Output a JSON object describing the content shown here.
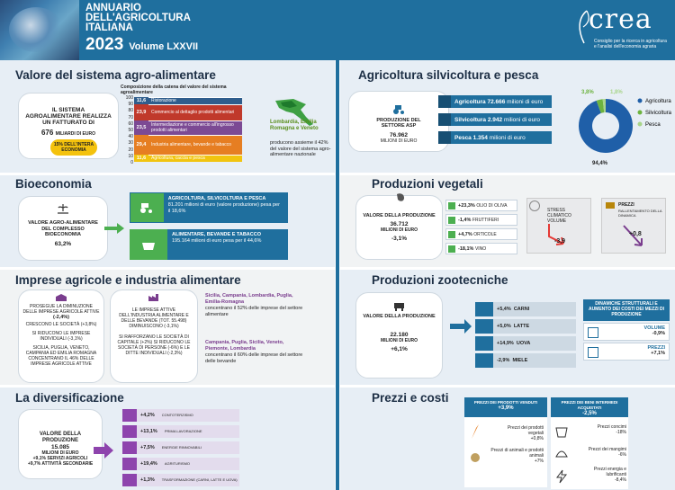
{
  "header": {
    "title_l1": "ANNUARIO",
    "title_l2": "DELL'AGRICOLTURA",
    "title_l3": "ITALIANA",
    "year": "2023",
    "volume": "Volume LXXVII",
    "logo_word": "crea",
    "logo_sub": "Consiglio per la ricerca in agricoltura e l'analisi dell'economia agraria"
  },
  "valore": {
    "title": "Valore del sistema agro-alimentare",
    "card_text": "IL SISTEMA AGROALIMENTARE REALIZZA UN FATTURATO DI",
    "card_value": "676",
    "card_unit": "MILIARDI DI EURO",
    "badge": "15% DELL'INTERA ECONOMIA",
    "chart_title": "Composizione della catena del valore del sistema agroalimentare",
    "segments": [
      {
        "value": "11,6",
        "label": "Ristorazione",
        "color": "#2f5d8c"
      },
      {
        "value": "23,9",
        "label": "Commercio al dettaglio prodotti alimentari",
        "color": "#c0392b"
      },
      {
        "value": "23,5",
        "label": "Intermediazione e commercio all'ingrosso prodotti alimentari",
        "color": "#7c4a94"
      },
      {
        "value": "29,4",
        "label": "Industria alimentare, bevande e tabacco",
        "color": "#e67e22"
      },
      {
        "value": "11,6",
        "label": "Agricoltura, caccia e pesca",
        "color": "#f1c40f"
      }
    ],
    "axis_ticks": [
      "100",
      "90",
      "80",
      "70",
      "60",
      "50",
      "40",
      "30",
      "20",
      "10",
      "0"
    ],
    "regions": "Lombardia, Emilia Romagna e Veneto",
    "regions_text": "producono assieme il 42% del valore del sistema agro-alimentare nazionale"
  },
  "agricoltura": {
    "title": "Agricoltura silvicoltura e pesca",
    "card_text": "PRODUZIONE DEL SETTORE ASP",
    "card_value": "76.962",
    "card_unit": "MILIONI DI EURO",
    "rows": [
      {
        "label": "Agricoltura 72.666",
        "unit": "milioni di euro"
      },
      {
        "label": "Silvicoltura 2.942",
        "unit": "milioni di euro"
      },
      {
        "label": "Pesca 1.354",
        "unit": "milioni di euro"
      }
    ]
  },
  "chart_data": {
    "type": "pie",
    "categories": [
      "Agricoltura",
      "Silvicoltura",
      "Pesca"
    ],
    "values": [
      94.4,
      3.8,
      1.8
    ],
    "labels": [
      "94,4%",
      "3,8%",
      "1,8%"
    ],
    "colors": [
      "#1f5fa8",
      "#6db33f",
      "#a8d58a"
    ],
    "legend_position": "right"
  },
  "bioeconomia": {
    "title": "Bioeconomia",
    "card_text": "VALORE AGRO-ALIMENTARE DEL COMPLESSO BIOECONOMIA",
    "card_value": "63,2%",
    "box1_title": "AGRICOLTURA, SILVICOLTURA E PESCA",
    "box1_text": "81.201 milioni di euro (valore produzione) pesa per il 18,6%",
    "box2_title": "ALIMENTARE, BEVANDE E TABACCO",
    "box2_text": "195.164 milioni di euro pesa per il 44,6%"
  },
  "vegetali": {
    "title": "Produzioni vegetali",
    "card_text": "VALORE DELLA PRODUZIONE",
    "card_value": "36.712",
    "card_unit": "MILIONI DI EURO",
    "card_change": "-3,1%",
    "rows": [
      {
        "value": "+23,3%",
        "label": "OLIO DI OLIVA"
      },
      {
        "value": "-1,4%",
        "label": "FRUTTIFERI"
      },
      {
        "value": "+4,7%",
        "label": "ORTICOLE"
      },
      {
        "value": "-18,1%",
        "label": "VINO"
      }
    ],
    "stress_label": "STRESS CLIMATICO VOLUME",
    "stress_value": "-3,9",
    "prezzi_label": "PREZZI",
    "prezzi_sub": "RALLENTAMENTO DELLA DINAMICA",
    "prezzi_value": "+0,8"
  },
  "imprese": {
    "title": "Imprese agricole e industria alimentare",
    "left": [
      "PROSEGUE LA DIMINUZIONE DELLE IMPRESE AGRICOLE ATTIVE",
      "(-2,4%)",
      "CRESCONO LE SOCIETÀ (+3,8%)",
      "SI RIDUCONO LE IMPRESE INDIVIDUALI (-3,1%)",
      "SICILIA, PUGLIA, VENETO, CAMPANIA ED EMILIA ROMAGNA CONCENTRANO IL 46% DELLE IMPRESE AGRICOLE ATTIVE"
    ],
    "middle": [
      "LE IMPRESE ATTIVE DELL'INDUSTRIA ALIMENTARE E DELLE BEVANDE (TOT. 55.498) DIMINUISCONO (-3,1%)",
      "SI RAFFORZANO LE SOCIETÀ DI CAPITALE (+2%) SI RIDUCONO LE SOCIETÀ DI PERSONE (-6%) E LE DITTE INDIVIDUALI (-2,3%)"
    ],
    "right1_regions": "Sicilia, Campania, Lombardia, Puglia, Emilia-Romagna",
    "right1_text": "concentrano il 52% delle imprese del settore alimentare",
    "right2_regions": "Campania, Puglia, Sicilia, Veneto, Piemonte, Lombardia",
    "right2_text": "concentrano il 60% delle imprese del settore delle bevande"
  },
  "zootecniche": {
    "title": "Produzioni zootecniche",
    "card_text": "VALORE DELLA PRODUZIONE",
    "card_value": "22.180",
    "card_unit": "MILIONI DI EURO",
    "card_change": "+6,1%",
    "rows": [
      {
        "value": "+5,4%",
        "label": "CARNI"
      },
      {
        "value": "+5,0%",
        "label": "LATTE"
      },
      {
        "value": "+14,9%",
        "label": "UOVA"
      },
      {
        "value": "-2,9%",
        "label": "MIELE"
      }
    ],
    "dyn_title": "DINAMICHE STRUTTURALI E AUMENTO DEI COSTI DEI MEZZI DI PRODUZIONE",
    "volume_label": "VOLUME",
    "volume_value": "-0,9%",
    "prezzi_label": "PREZZI",
    "prezzi_value": "+7,1%"
  },
  "diversificazione": {
    "title": "La diversificazione",
    "card_text": "VALORE DELLA PRODUZIONE",
    "card_value": "15.085",
    "card_unit": "MILIONI DI EURO",
    "card_l1": "+9,1% SERVIZI AGRICOLI",
    "card_l2": "+9,7% ATTIVITÀ SECONDARIE",
    "rows": [
      {
        "value": "+4,2%",
        "label": "CONTOTERZISMO"
      },
      {
        "value": "+13,1%",
        "label": "PRIMA LAVORAZIONE"
      },
      {
        "value": "+7,5%",
        "label": "ENERGIE RINNOVABILI"
      },
      {
        "value": "+19,4%",
        "label": "AGRITURISMO"
      },
      {
        "value": "+1,3%",
        "label": "TRASFORMAZIONE (CARNI, LATTE E UOVA)"
      }
    ]
  },
  "prezzi": {
    "title": "Prezzi e costi",
    "col1_title": "PREZZI DEI PRODOTTI VENDUTI",
    "col1_value": "+3,9%",
    "col1_rows": [
      {
        "label": "Prezzi dei prodotti vegetali",
        "value": "+0,8%"
      },
      {
        "label": "Prezzi di animali e prodotti animali",
        "value": "+7%"
      }
    ],
    "col2_title": "PREZZI DEI BENI INTERMEDI ACQUISTATI",
    "col2_value": "-2,5%",
    "col2_rows": [
      {
        "label": "Prezzi concimi",
        "value": "-18%"
      },
      {
        "label": "Prezzi dei mangimi",
        "value": "-6%"
      },
      {
        "label": "Prezzi energia e lubrificanti",
        "value": "-8,4%"
      }
    ]
  }
}
